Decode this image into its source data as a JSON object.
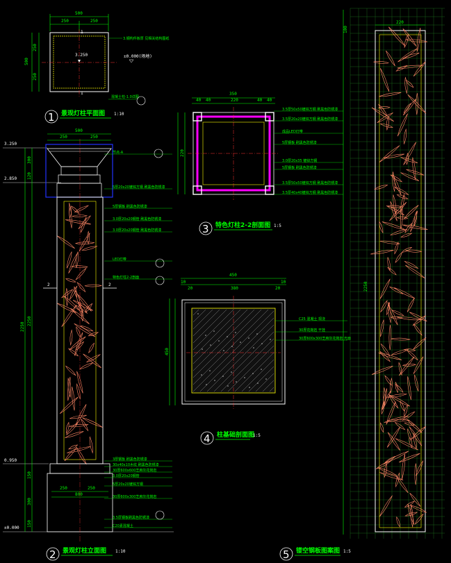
{
  "views": {
    "plan": {
      "number": "1",
      "title": "景观灯柱平面图",
      "scale": "1:10",
      "dims": {
        "top": "500",
        "top_left": "250",
        "top_right": "250",
        "left": "500",
        "left_top": "250",
        "left_bottom": "250"
      },
      "notes": {
        "center": "3.250",
        "elev": "±0.000(场地)",
        "n1": "3.钢构件板厚 见相关结构图纸",
        "n2": "混凝土柱-1.0详图"
      }
    },
    "elevation": {
      "number": "2",
      "title": "景观灯柱立面图",
      "scale": "1:10",
      "dims": {
        "top": "500",
        "top_left": "250",
        "top_right": "250",
        "cap1": "300",
        "cap2": "120",
        "shaft": "2250",
        "base1": "150",
        "base2": "300",
        "base3": "150",
        "base_w": "800",
        "base_w2": "250"
      },
      "levels": [
        "3.250",
        "2.850",
        "0.950",
        "±0.000"
      ],
      "notes": [
        "节点-A",
        "5厚20x20镀锌方钢 刷黑色防锈漆",
        "5厚钢板 刷黑色防锈漆",
        "3.0厚20x20钢管 刷黑色防锈漆",
        "3.0厚20x20钢管 刷黑色防锈漆",
        "LED灯带",
        "特色灯柱2-2剖面",
        "3厚钢板 刷黑色防锈漆",
        "30x40x10木纹 刷黑色防锈漆",
        "30厚600x600芝麻灰花岗岩",
        "3.0厚20x20钢管",
        "5厚20x20镀锌方钢",
        "30厚600x300芝麻灰花岗岩",
        "3.5厚钢板刷黑色防锈漆",
        "C20素混凝土"
      ]
    },
    "section22": {
      "number": "3",
      "title": "特色灯柱2-2剖面图",
      "scale": "1:5",
      "dims": {
        "top": "350",
        "a": "40",
        "b": "40",
        "c": "220",
        "d": "40",
        "e": "40"
      },
      "notes": [
        "3.5厚50x50镀锌方钢 刷黑色防锈漆",
        "3.5厚20x20镀锌方钢 刷黑色防锈漆",
        "成品LED灯带",
        "5厚钢板 刷黑色防锈漆",
        "3.0厚20x35 镀锌方钢",
        "5厚钢板 刷黑色防锈漆",
        "3.5厚50x50镀锌方钢 刷黑色防锈漆",
        "3.5厚40x40镀锌方钢 刷黑色防锈漆"
      ]
    },
    "section_base": {
      "number": "4",
      "title": "柱基础剖面图",
      "scale": "1:5",
      "dims": {
        "top": "450",
        "l1": "10",
        "l2": "20",
        "mid": "380",
        "r1": "20",
        "r2": "10",
        "side": "450"
      },
      "notes": [
        "C25 混凝土 现浇",
        "30厚花岗岩 干挂",
        "30厚600x300芝麻灰花岗岩 光面"
      ]
    },
    "panel": {
      "number": "5",
      "title": "镂空钢板图案图",
      "scale": "1:5",
      "dims": {
        "top": "220",
        "height": "2250",
        "left_a": "100",
        "left_b": "2250"
      }
    }
  },
  "colors": {
    "background": "#000000",
    "dimension": "#00ff00",
    "outline": "#ffffff",
    "frame": "#ffff00",
    "pattern": "#ff8866",
    "hatch": "#aaaaaa",
    "highlight": "#2233ff",
    "axis": "#ff3333",
    "magenta": "#ff00ff"
  }
}
